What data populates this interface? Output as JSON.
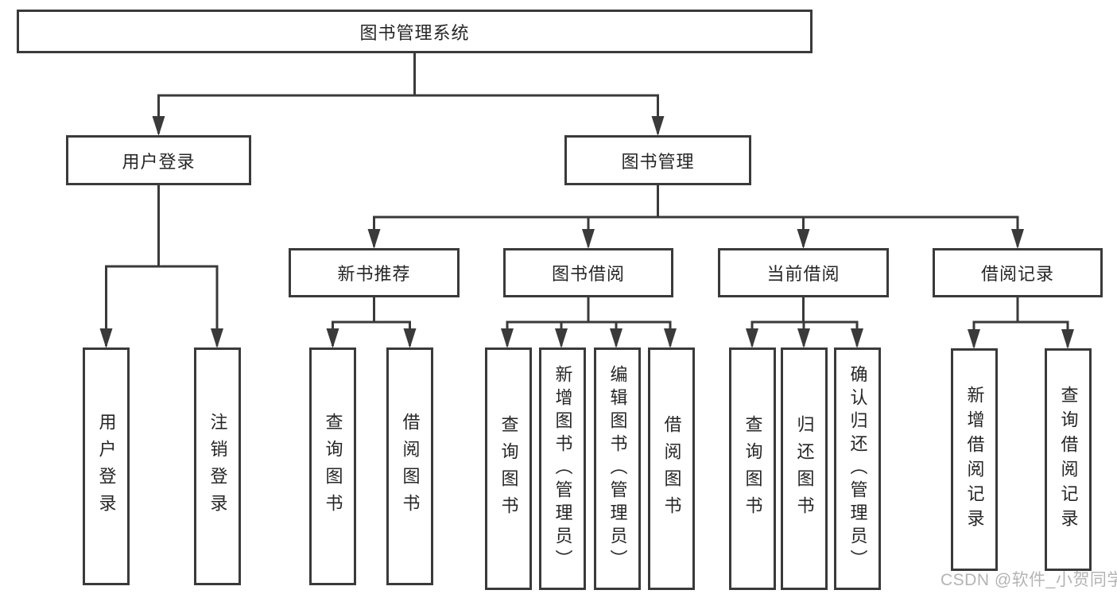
{
  "diagram": {
    "title": "图书管理系统",
    "level1": {
      "user_login": "用户登录",
      "book_management": "图书管理"
    },
    "level2": {
      "new_book_recommend": "新书推荐",
      "book_borrow": "图书借阅",
      "current_borrow": "当前借阅",
      "borrow_records": "借阅记录"
    },
    "leaves": {
      "login_group": [
        "用户登录",
        "注销登录"
      ],
      "recommend_group": [
        "查询图书",
        "借阅图书"
      ],
      "borrow_group": [
        "查询图书",
        "新增图书（管理员）",
        "编辑图书（管理员）",
        "借阅图书"
      ],
      "current_group": [
        "查询图书",
        "归还图书",
        "确认归还（管理员）"
      ],
      "records_group": [
        "新增借阅记录",
        "查询借阅记录"
      ]
    }
  },
  "watermark": "CSDN @软件_小贺同学",
  "colors": {
    "line": "#3a3a3a",
    "text": "#262626",
    "watermark": "#b4b4b4",
    "background": "#ffffff"
  }
}
